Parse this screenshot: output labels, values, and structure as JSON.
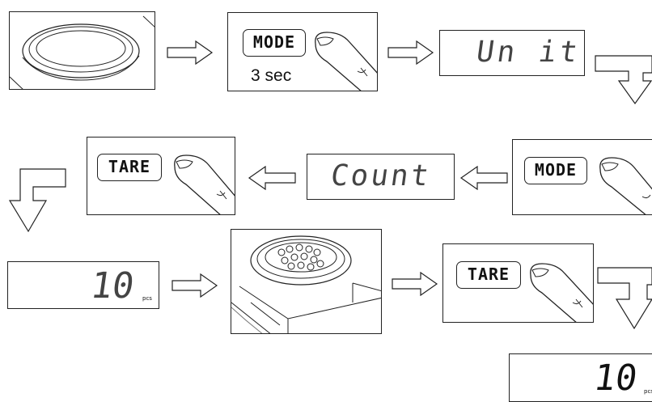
{
  "panels": {
    "mode_button": "MODE",
    "mode_hold": "3 sec",
    "display_unit": "Un it",
    "display_count": "Count",
    "tare_button": "TARE",
    "count_value": "10",
    "count_unit": "pcs"
  },
  "colors": {
    "stroke": "#222222",
    "lcd_text": "#444444",
    "arrow_fill": "#ffffff"
  },
  "icons": [
    "scale-pan-icon",
    "finger-press-icon",
    "arrow-right-icon",
    "arrow-left-icon",
    "arrow-turn-down-icon",
    "scale-with-parts-icon"
  ]
}
